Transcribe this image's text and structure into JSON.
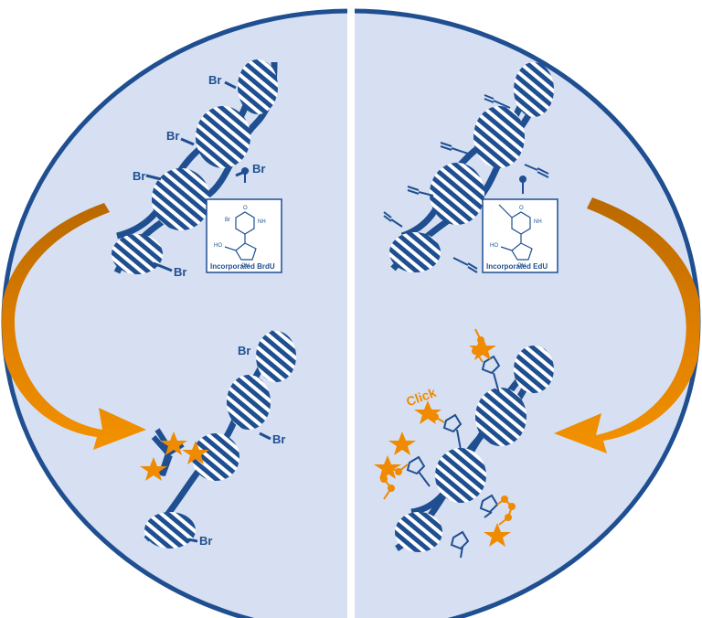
{
  "left_panel": {
    "box_label": "Incorporated BrdU",
    "bromine_label": "Br",
    "molecule_labels": [
      "Br",
      "HO",
      "OH",
      "NH",
      "O"
    ]
  },
  "right_panel": {
    "box_label": "Incorporated EdU",
    "click_label": "Click",
    "molecule_labels": [
      "HO",
      "OH",
      "NH",
      "O"
    ]
  },
  "colors": {
    "background": "#d6e0f2",
    "dna_blue": "#1f4f91",
    "arrow_orange": "#f08a00",
    "arrow_dark": "#b96800",
    "star_orange": "#f08a00",
    "divider": "#ffffff"
  }
}
